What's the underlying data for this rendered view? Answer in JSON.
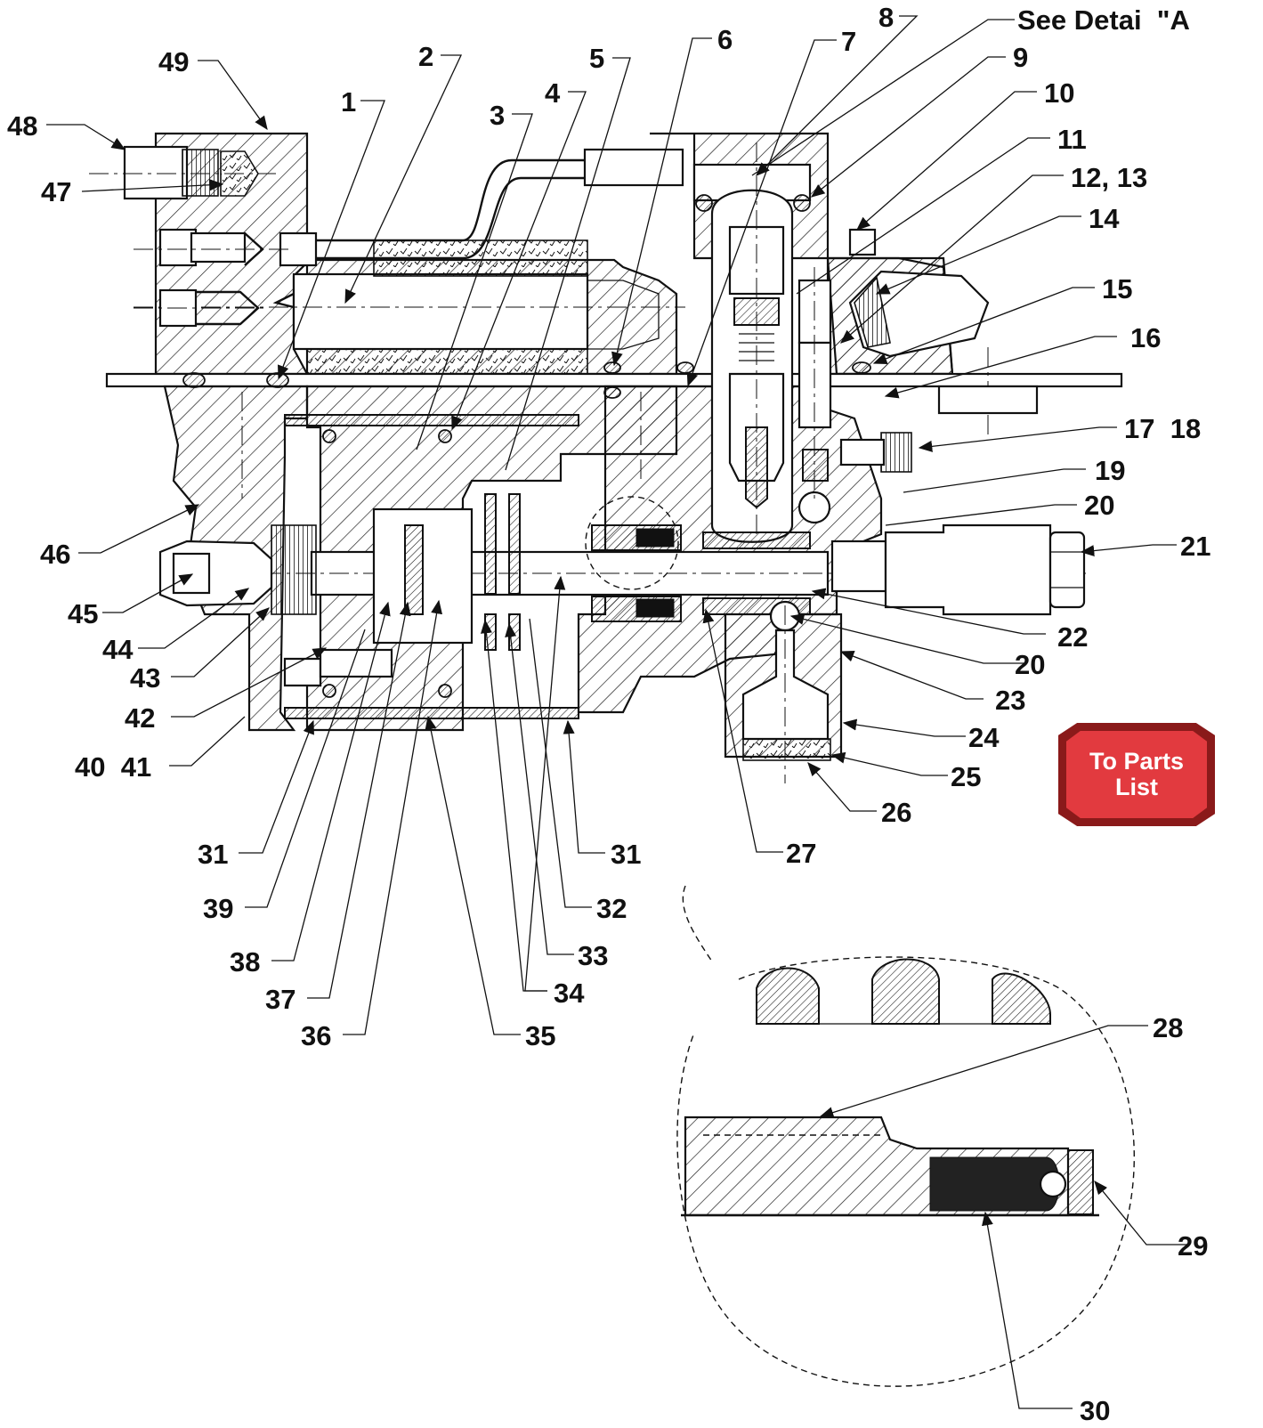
{
  "detail_note": "See Detai  \"A",
  "parts_button": {
    "label": "To Parts\nList",
    "color": "#e23a3f"
  },
  "callouts": {
    "c1": "1",
    "c2": "2",
    "c3": "3",
    "c4": "4",
    "c5": "5",
    "c6": "6",
    "c7": "7",
    "c8": "8",
    "c9": "9",
    "c10": "10",
    "c11": "11",
    "c12_13": "12, 13",
    "c14": "14",
    "c15": "15",
    "c16": "16",
    "c17_18": "17  18",
    "c19": "19",
    "c20a": "20",
    "c20b": "20",
    "c21": "21",
    "c22": "22",
    "c23": "23",
    "c24": "24",
    "c25": "25",
    "c26": "26",
    "c27": "27",
    "c28": "28",
    "c29": "29",
    "c30": "30",
    "c31a": "31",
    "c31b": "31",
    "c32": "32",
    "c33": "33",
    "c34": "34",
    "c35": "35",
    "c36": "36",
    "c37": "37",
    "c38": "38",
    "c39": "39",
    "c40_41": "40  41",
    "c42": "42",
    "c43": "43",
    "c44": "44",
    "c45": "45",
    "c46": "46",
    "c47": "47",
    "c48": "48",
    "c49": "49"
  }
}
